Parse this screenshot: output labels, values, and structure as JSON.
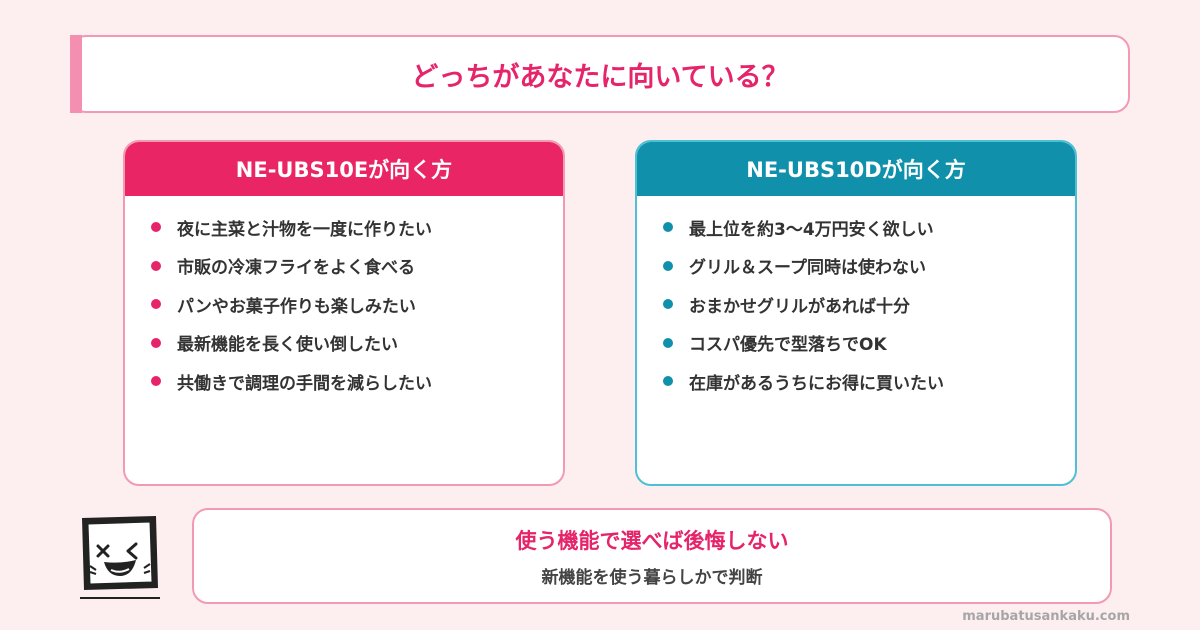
{
  "title": "どっちがあなたに向いている？",
  "left_card": {
    "header": "NE-UBS10Eが向く方",
    "items": [
      "夜に主菜と汁物を一度に作りたい",
      "市販の冷凍フライをよく食べる",
      "パンやお菓子作りも楽しみたい",
      "最新機能を長く使い倒したい",
      "共働きで調理の手間を減らしたい"
    ]
  },
  "right_card": {
    "header": "NE-UBS10Dが向く方",
    "items": [
      "最上位を約3〜4万円安く欲しい",
      "グリル＆スープ同時は使わない",
      "おまかせグリルがあれば十分",
      "コスパ優先で型落ちでOK",
      "在庫があるうちにお得に買いたい"
    ]
  },
  "bottom": {
    "main": "使う機能で選べば後悔しない",
    "sub": "新機能を使う暮らしかで判断"
  },
  "site": "marubatusankaku.com",
  "colors": {
    "pink": "#ea2566",
    "teal": "#1190ab",
    "background": "#fdeef0"
  },
  "icons": {
    "mascot": "laughing-face-mascot-icon"
  }
}
